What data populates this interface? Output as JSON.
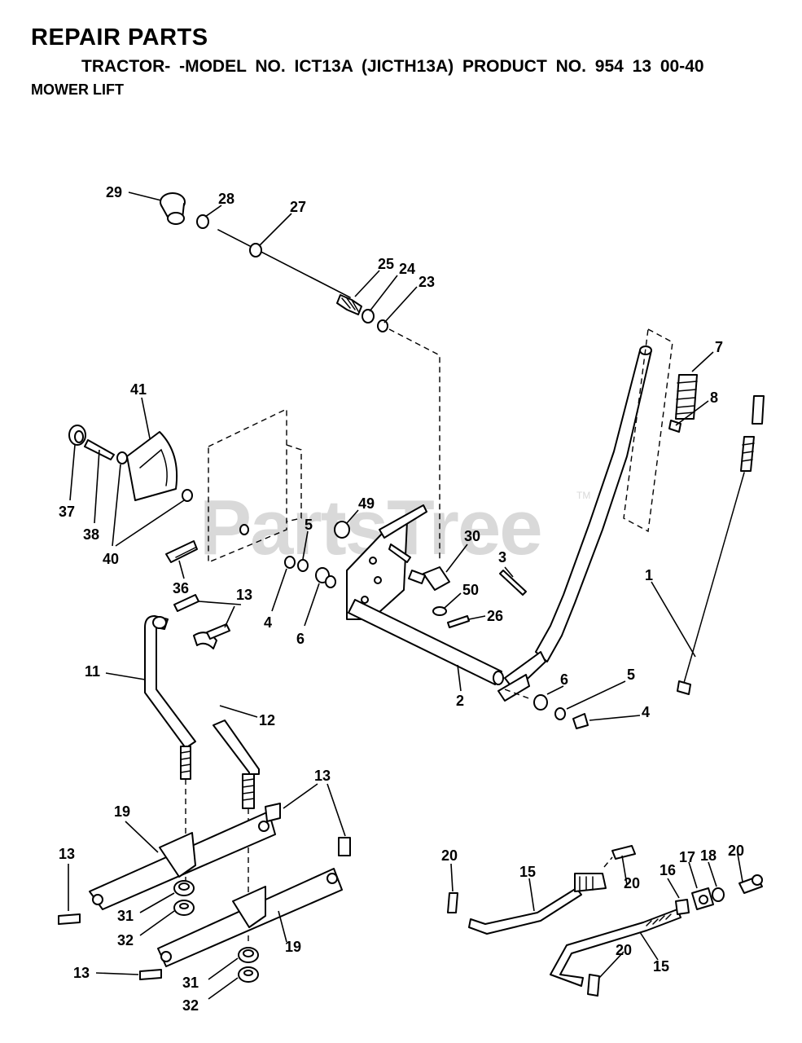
{
  "header": {
    "title": "REPAIR PARTS",
    "subtitle": "TRACTOR- -MODEL NO. ICT13A (JICTH13A) PRODUCT NO. 954 13 00-40",
    "section": "MOWER LIFT"
  },
  "watermark": {
    "text": "PartsTree",
    "mark": "TM"
  },
  "callouts": {
    "c29": "29",
    "c28": "28",
    "c27": "27",
    "c25": "25",
    "c24": "24",
    "c23": "23",
    "c7": "7",
    "c8": "8",
    "c41": "41",
    "c37": "37",
    "c38": "38",
    "c40": "40",
    "c36": "36",
    "c49": "49",
    "c5a": "5",
    "c4a": "4",
    "c6a": "6",
    "c30": "30",
    "c50": "50",
    "c26": "26",
    "c3": "3",
    "c1": "1",
    "c2": "2",
    "c6b": "6",
    "c5b": "5",
    "c4b": "4",
    "c13a": "13",
    "c11": "11",
    "c12": "12",
    "c13b": "13",
    "c19a": "19",
    "c13c": "13",
    "c31a": "31",
    "c32a": "32",
    "c19b": "19",
    "c13d": "13",
    "c31b": "31",
    "c32b": "32",
    "c20a": "20",
    "c15a": "15",
    "c20b": "20",
    "c16": "16",
    "c17": "17",
    "c18": "18",
    "c20c": "20",
    "c20d": "20",
    "c15b": "15"
  }
}
